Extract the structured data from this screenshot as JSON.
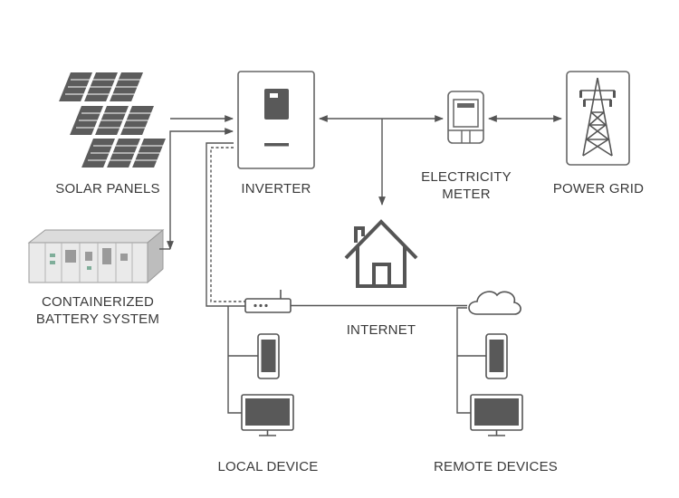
{
  "labels": {
    "solar_panels": "SOLAR PANELS",
    "inverter": "INVERTER",
    "electricity_meter_line1": "ELECTRICITY",
    "electricity_meter_line2": "METER",
    "power_grid": "POWER GRID",
    "battery_line1": "CONTAINERIZED",
    "battery_line2": "BATTERY SYSTEM",
    "internet": "INTERNET",
    "local_device": "LOCAL DEVICE",
    "remote_devices": "REMOTE DEVICES"
  },
  "colors": {
    "line": "#555555",
    "device": "#595959",
    "text": "#3a3a3a",
    "outline": "#666666"
  },
  "icons": [
    "solar-panel-icon",
    "inverter-icon",
    "electricity-meter-icon",
    "power-grid-tower-icon",
    "battery-container-icon",
    "house-icon",
    "router-icon",
    "cloud-icon",
    "smartphone-icon",
    "monitor-icon"
  ]
}
